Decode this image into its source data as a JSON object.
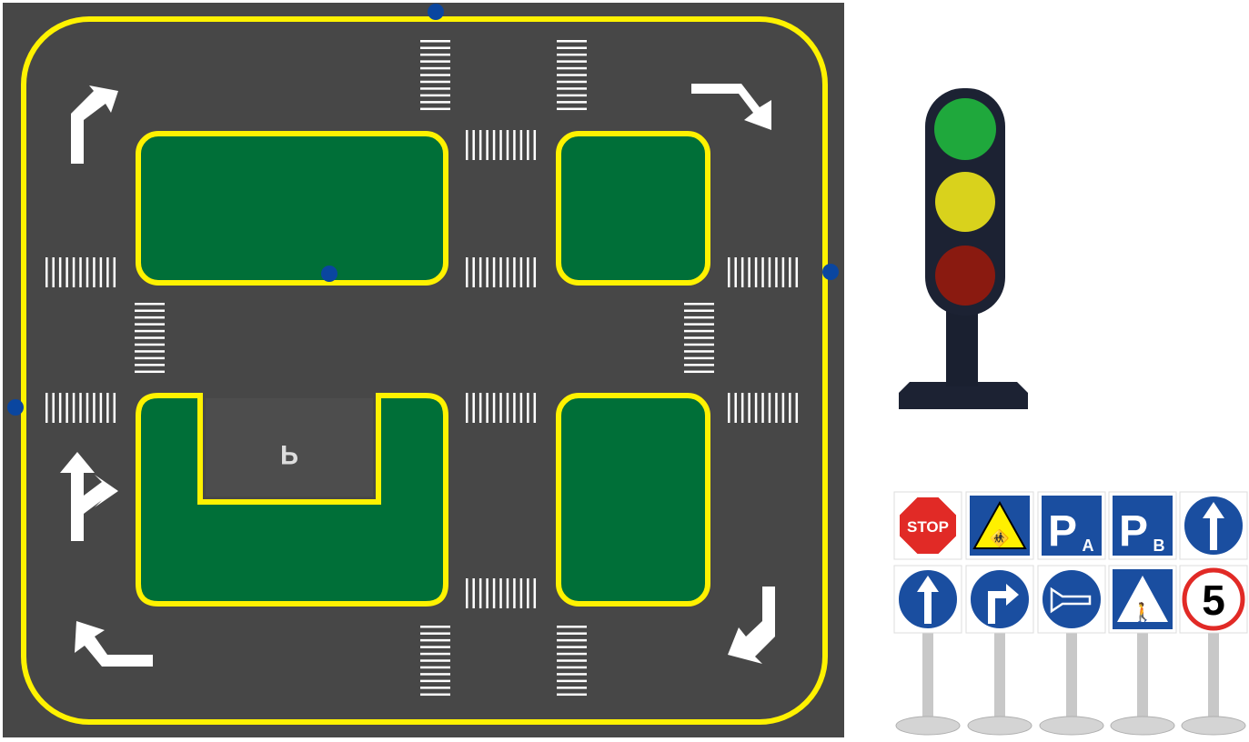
{
  "mat": {
    "parking_label": "P",
    "colors": {
      "asphalt": "#474747",
      "border": "#fff200",
      "grass": "#006f38",
      "marking": "#ffffff",
      "handle": "#0a46a0"
    }
  },
  "traffic_light": {
    "colors": {
      "green": "#1fa83c",
      "yellow": "#d9d21c",
      "red": "#8a1a10",
      "body": "#1c2233"
    }
  },
  "signs": {
    "stop": "STOP",
    "parking_a_main": "P",
    "parking_a_sub": "A",
    "parking_b_main": "P",
    "parking_b_sub": "B",
    "speed_limit": "5",
    "colors": {
      "blue": "#1a4ea0",
      "red": "#e12a26",
      "yellow": "#fff000"
    }
  }
}
